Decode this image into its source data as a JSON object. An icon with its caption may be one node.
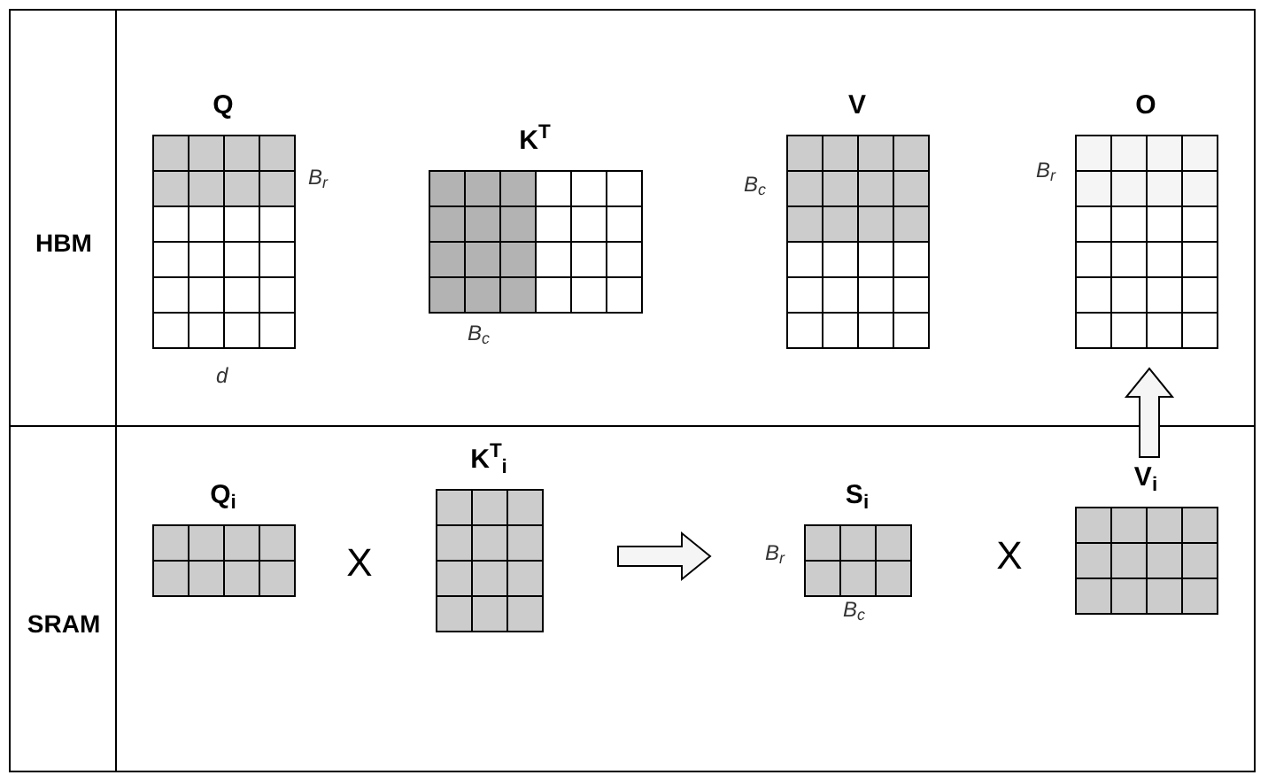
{
  "diagram": {
    "nodes": [
      {
        "text": [
          "HBM"
        ]
      },
      {
        "text": [
          "SRAM"
        ]
      },
      {
        "text": [
          "Q"
        ],
        "in": 0,
        "beside": [
          "B$_{r}$",
          "d"
        ]
      },
      {
        "text": [
          "K$^{T}$"
        ],
        "in": 0,
        "beside": [
          "B$_{c}$"
        ]
      },
      {
        "text": [
          "V"
        ],
        "in": 0,
        "beside": [
          "B$_{c}$"
        ]
      },
      {
        "text": [
          "O"
        ],
        "in": 0,
        "beside": [
          "B$_{r}$"
        ]
      },
      {
        "text": [
          "Q$_{i}$"
        ],
        "in": 1
      },
      {
        "text": [
          "K$^{T}$$_{i}$"
        ],
        "in": 1
      },
      {
        "text": [
          "S$_{i}$"
        ],
        "in": 1,
        "beside": [
          "B$_{r}$",
          "B$_{c}$"
        ]
      },
      {
        "text": [
          "V$_{i}$"
        ],
        "in": 1
      }
    ],
    "edges": [
      {
        "from": 7,
        "to": 8,
        "arrow": "to"
      },
      {
        "from": 9,
        "to": 5,
        "arrow": "to"
      }
    ],
    "labels": [
      "X",
      "X"
    ]
  }
}
